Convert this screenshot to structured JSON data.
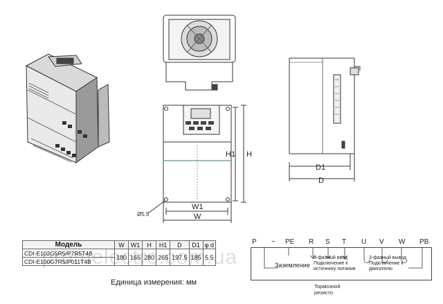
{
  "dimensions": {
    "hole": "Ø5.5",
    "w1": "W1",
    "w": "W",
    "h1": "H1",
    "h": "H",
    "d1": "D1",
    "d": "D"
  },
  "table": {
    "headers": [
      "Модель",
      "W",
      "W1",
      "H",
      "H1",
      "D",
      "D1",
      "φ d"
    ],
    "models": [
      "CDI-E102G5R5/P7R5T4B",
      "CDI-E100G7R5/P011T4B"
    ],
    "values": [
      "180",
      "165",
      "280",
      "265",
      "197.5",
      "185",
      "5.5"
    ]
  },
  "unit_note": "Единица измерения: мм",
  "terminals": {
    "labels": [
      "P",
      "−",
      "PE",
      "R",
      "S",
      "T",
      "U",
      "V",
      "W",
      "PB"
    ],
    "ground": "Заземление",
    "input_note": "3-фазный ввод\nПодключение к источнику питания",
    "output_note": "3-фазный вывод\nПодключение к двигателю",
    "brake_note": "Тормозной резисто"
  },
  "watermark": "promelectro.com.ua"
}
